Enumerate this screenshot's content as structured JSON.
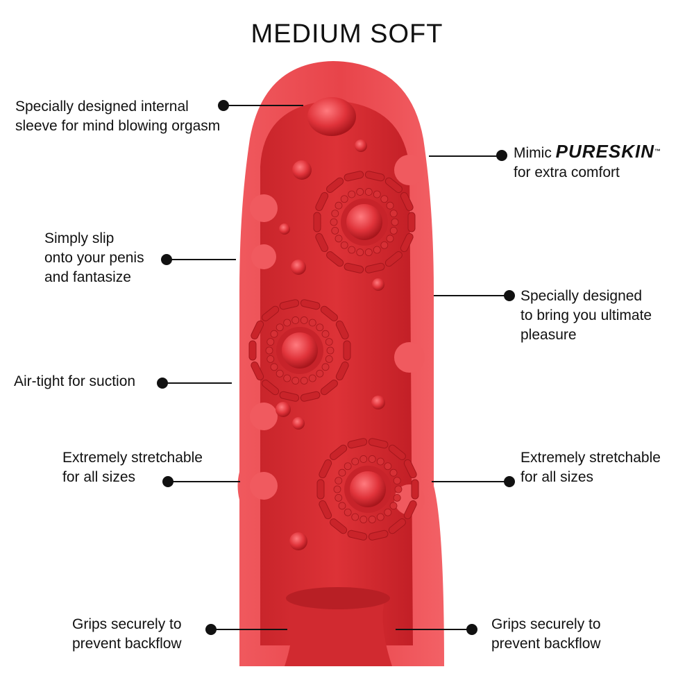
{
  "title": "MEDIUM SOFT",
  "colors": {
    "product": "#e5373c",
    "product_dark": "#b81f25",
    "product_light": "#f26065",
    "callout": "#111111"
  },
  "callouts": {
    "internal_sleeve": [
      "Specially designed internal",
      "sleeve for mind blowing orgasm"
    ],
    "pureskin": {
      "prefix": "Mimic ",
      "brand": "PURESKIN",
      "tm": "™",
      "line2": "for extra comfort"
    },
    "slip": [
      "Simply slip",
      "onto your penis",
      "and fantasize"
    ],
    "pleasure": [
      "Specially designed",
      "to bring you ultimate",
      "pleasure"
    ],
    "airtight": [
      "Air-tight for suction"
    ],
    "stretch_left": [
      "Extremely stretchable",
      "for all sizes"
    ],
    "stretch_right": [
      "Extremely stretchable",
      "for all sizes"
    ],
    "grips_left": [
      "Grips securely to",
      "prevent backflow"
    ],
    "grips_right": [
      "Grips securely to",
      "prevent backflow"
    ]
  }
}
